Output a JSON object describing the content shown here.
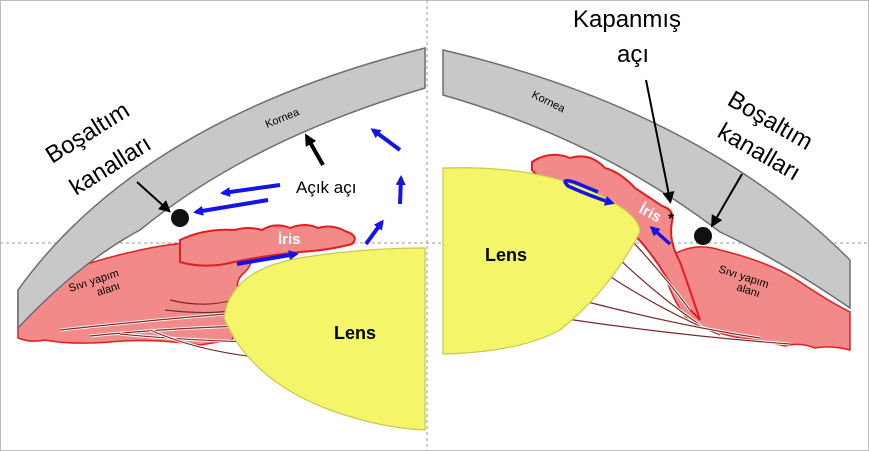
{
  "left_panel": {
    "cornea_label": "Kornea",
    "drainage_label_line1": "Boşaltım",
    "drainage_label_line2": "kanalları",
    "open_angle_label": "Açık açı",
    "iris_label": "İris",
    "fluid_area_line1": "Sıvı yapım",
    "fluid_area_line2": "alanı",
    "lens_label": "Lens"
  },
  "right_panel": {
    "cornea_label": "Kornea",
    "closed_angle_line1": "Kapanmış",
    "closed_angle_line2": "açı",
    "drainage_label_line1": "Boşaltım",
    "drainage_label_line2": "kanalları",
    "iris_label": "İris",
    "fluid_area_line1": "Sıvı yapım",
    "fluid_area_line2": "alanı",
    "lens_label": "Lens",
    "angle_marker": "*"
  },
  "colors": {
    "cornea_fill": "#c8c8c8",
    "cornea_stroke": "#6e6e6e",
    "iris_fill": "#f28a8a",
    "iris_edge": "#e02020",
    "lens_fill": "#f5f56a",
    "flow_arrow": "#1414e6",
    "pointer_arrow": "#000000",
    "drainage_dot": "#111111"
  }
}
